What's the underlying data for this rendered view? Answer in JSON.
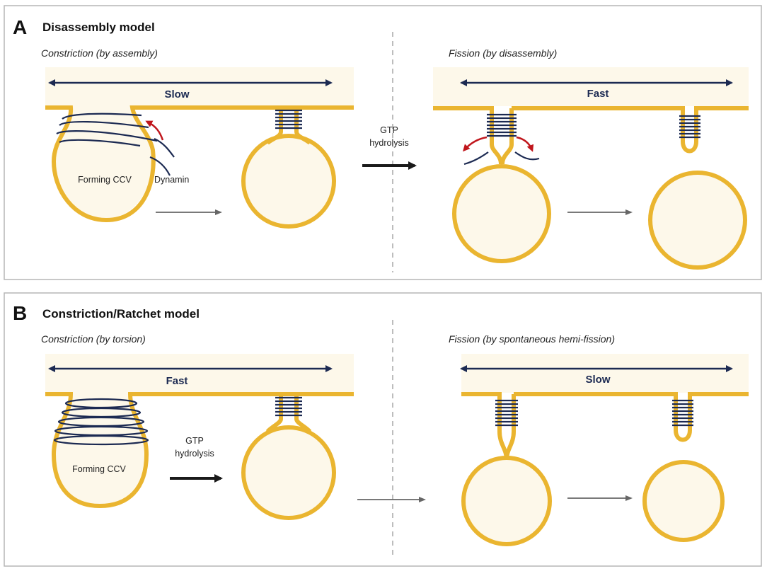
{
  "colors": {
    "membrane": "#eab530",
    "cytoplasm": "#fdf8ea",
    "dynamin": "#1c2a52",
    "torsion_arrow": "#c0161c",
    "reaction_arrow": "#1a1a1a",
    "step_arrow": "#666666",
    "panel_border": "#b5b5b5",
    "divider": "#9a9a9a"
  },
  "panel_a": {
    "letter": "A",
    "title": "Disassembly model",
    "left": {
      "subtitle": "Constriction (by assembly)",
      "speed": "Slow",
      "vesicle_label": "Forming CCV",
      "dynamin_label": "Dynamin"
    },
    "center": {
      "reaction_label_line1": "GTP",
      "reaction_label_line2": "hydrolysis"
    },
    "right": {
      "subtitle": "Fission (by disassembly)",
      "speed": "Fast"
    }
  },
  "panel_b": {
    "letter": "B",
    "title": "Constriction/Ratchet model",
    "left": {
      "subtitle": "Constriction (by torsion)",
      "speed": "Fast",
      "vesicle_label": "Forming CCV",
      "reaction_label_line1": "GTP",
      "reaction_label_line2": "hydrolysis"
    },
    "right": {
      "subtitle": "Fission (by spontaneous hemi-fission)",
      "speed": "Slow"
    }
  }
}
